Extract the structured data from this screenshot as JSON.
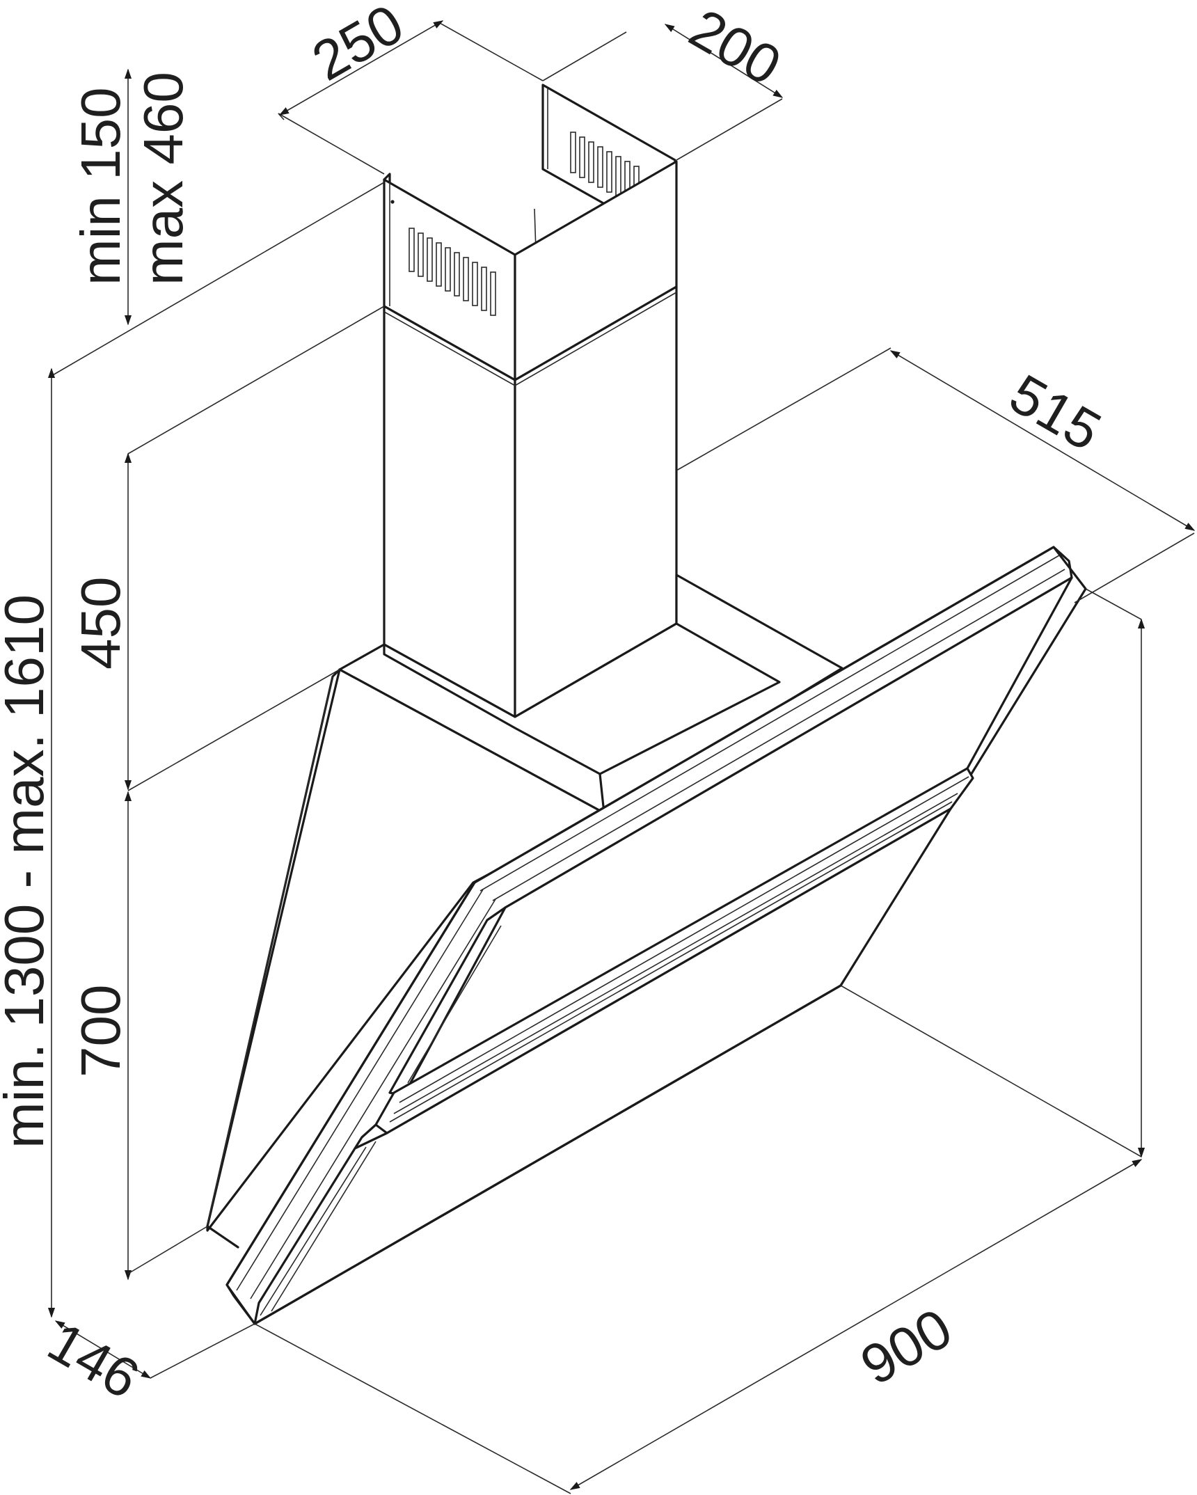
{
  "figure": {
    "subject": "",
    "dimensions": {
      "chimney_width": "250",
      "chimney_depth": "200",
      "extension_min": "min 150",
      "extension_max": "max 460",
      "upper_chimney_height": "450",
      "body_height": "700",
      "total_height": "min. 1300 - max. 1610",
      "hood_depth": "515",
      "hood_width": "900",
      "bottom_depth": "146"
    },
    "colors": {
      "line": "#1a1a1a",
      "background": "#ffffff"
    }
  }
}
